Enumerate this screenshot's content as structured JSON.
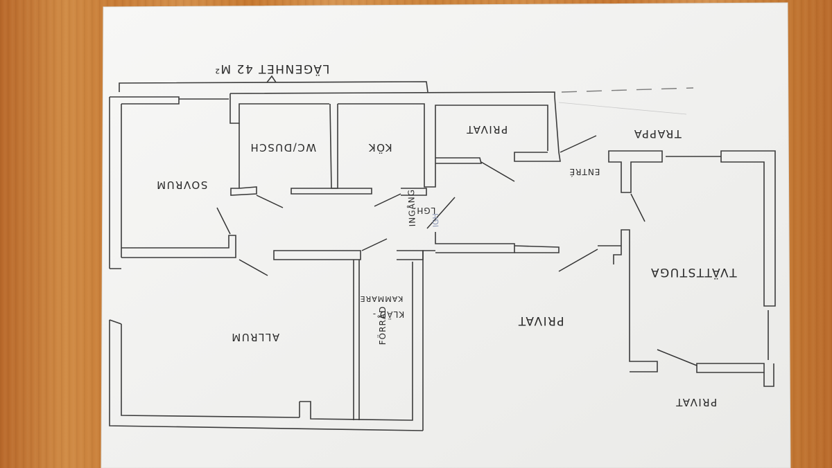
{
  "photo": {
    "subject": "hand-drawn floor plan",
    "orientation_note": "upside-down"
  },
  "labels": {
    "apartment": "LÄGENHET 42 M²",
    "sovrum": "SOVRUM",
    "wc": "WC/DUSCH",
    "kok": "KÖK",
    "privat_top": "PRIVAT",
    "trappa": "TRAPPA",
    "entre": "ENTRÉ",
    "ingang_line1": "INGÅNG",
    "ingang_line2": "LGH.",
    "faint": "IGH",
    "tvattstuga": "TVÄTTSTUGA",
    "allrum": "ALLRUM",
    "forrad_line1": "FÖRRÅD",
    "forrad_line2": "KLÄD -",
    "forrad_line3": "KAMMARE",
    "privat_center": "PRIVAT",
    "privat_right": "PRIVAT"
  },
  "colors": {
    "paper": "#f4f4f2",
    "pencil": "#3b3b3b",
    "wood": "#c77b35"
  }
}
